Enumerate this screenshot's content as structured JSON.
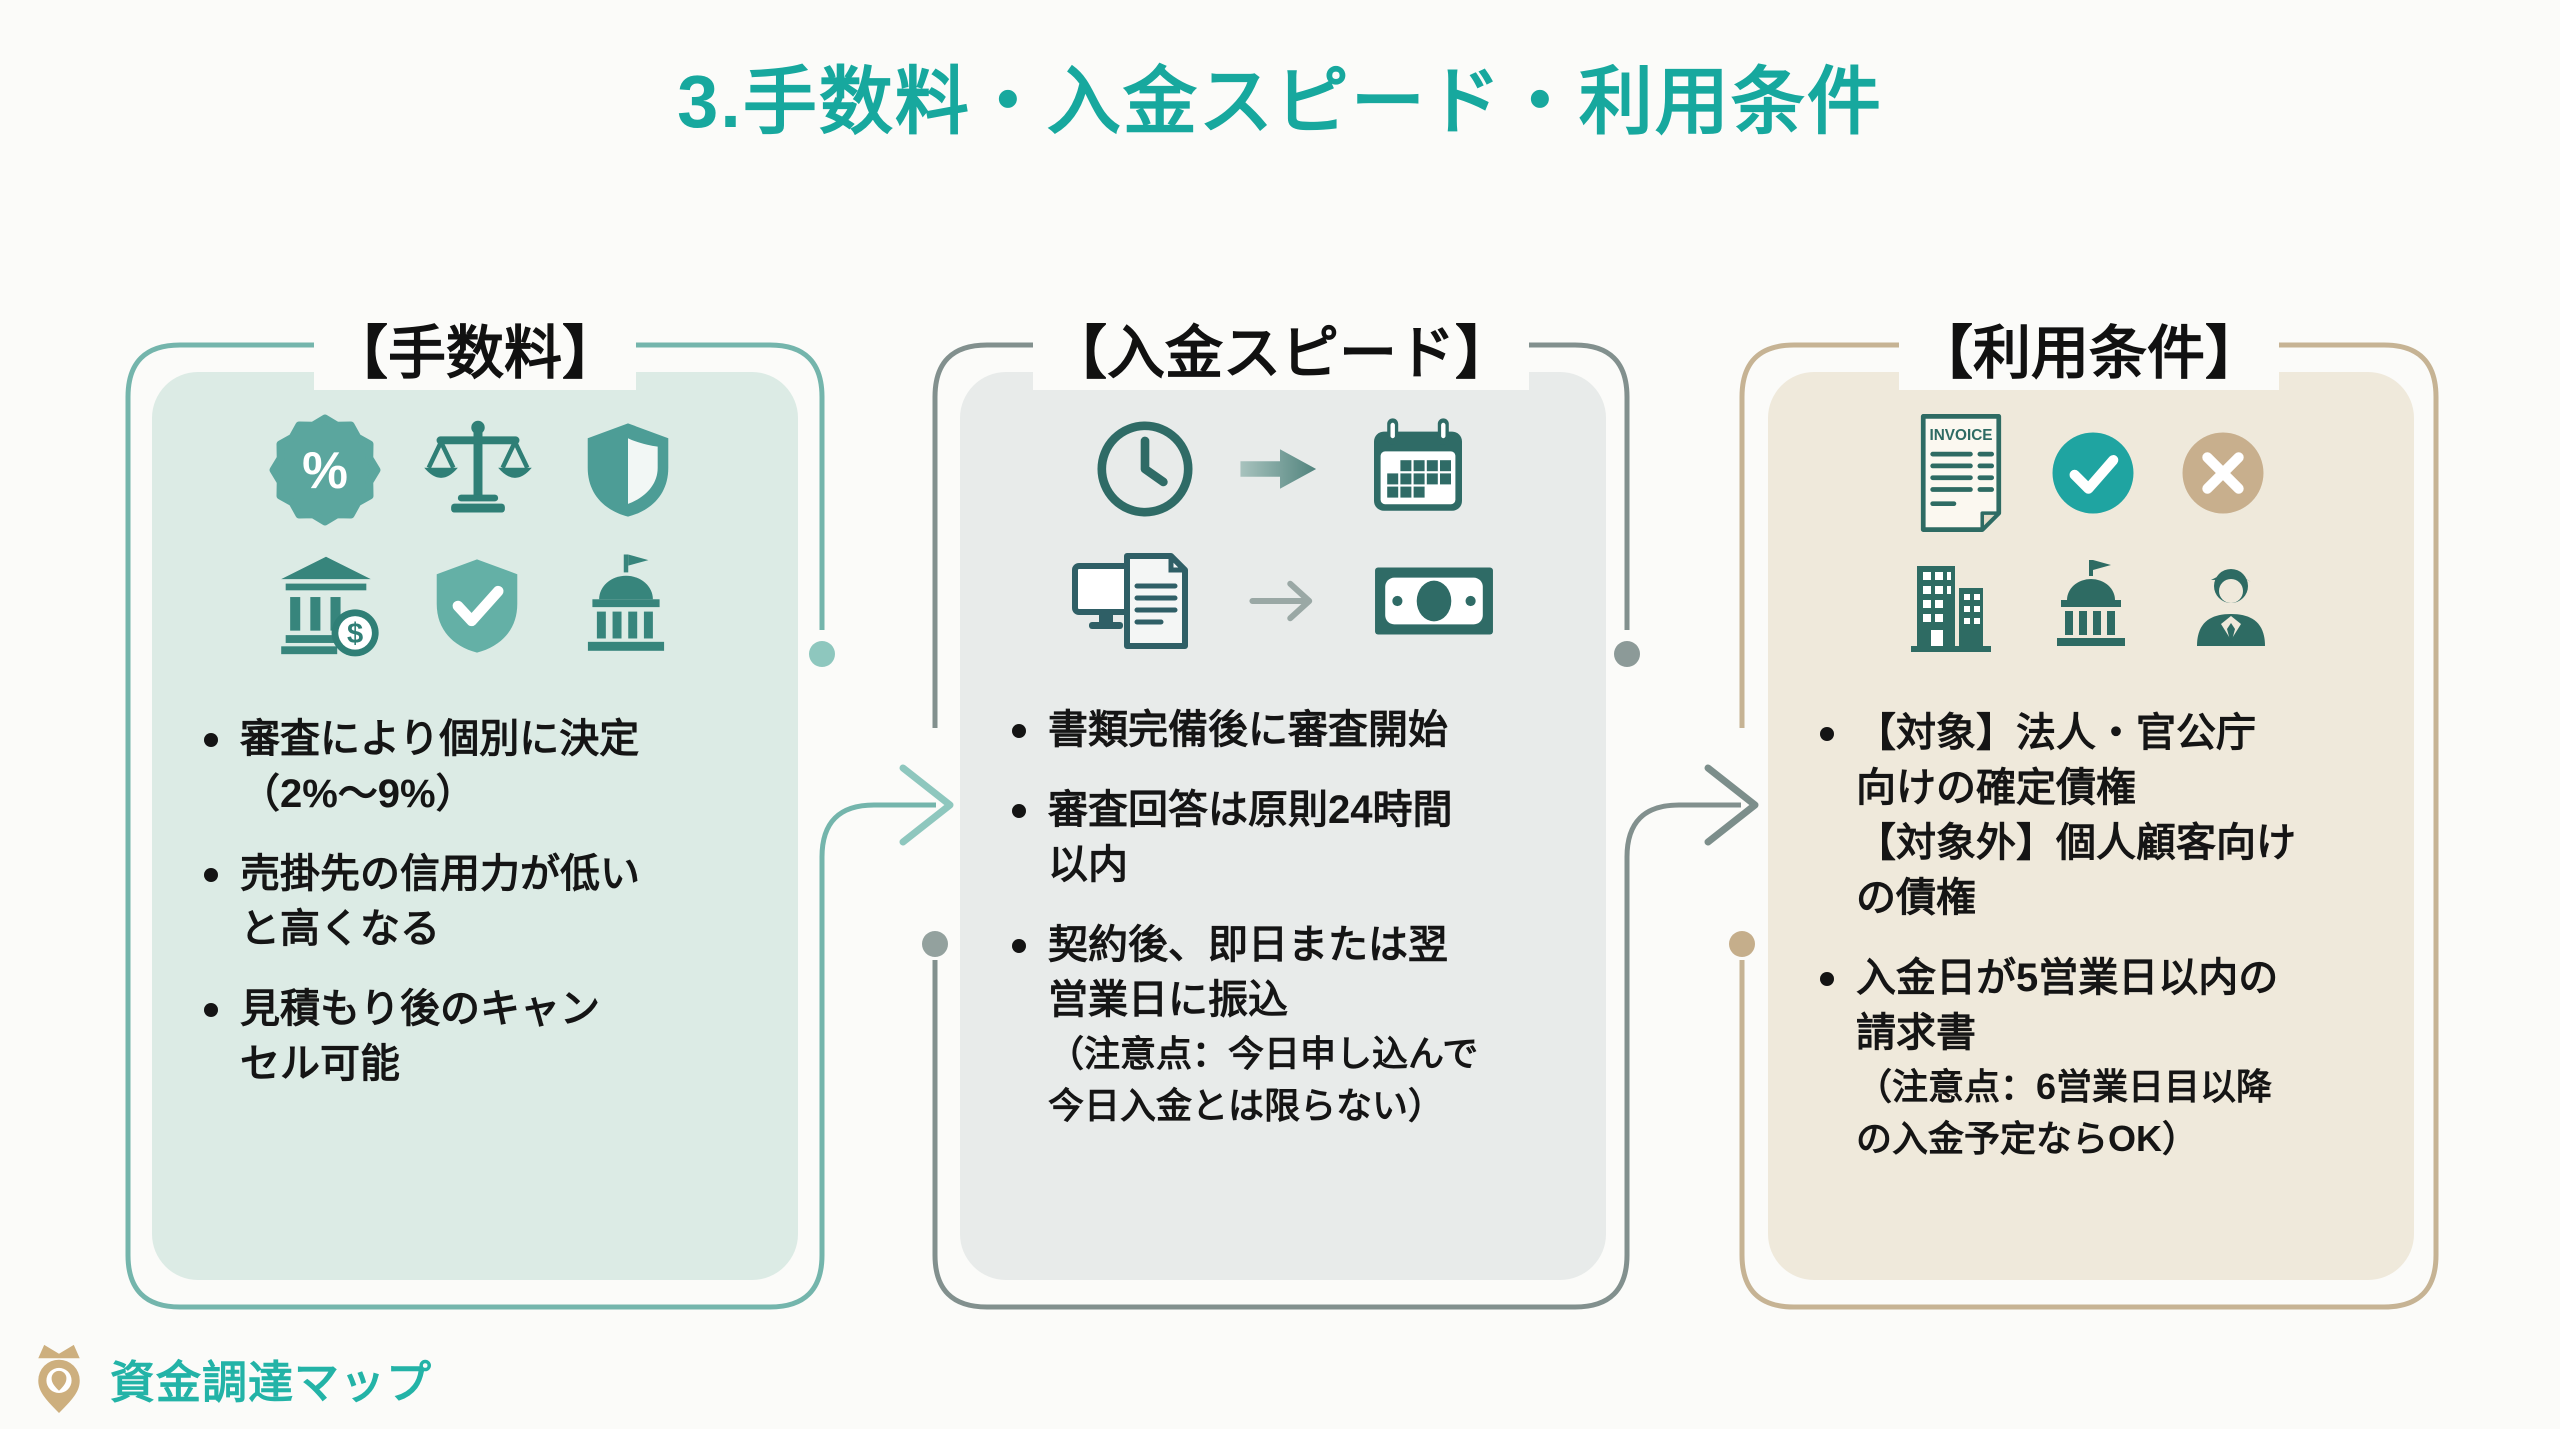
{
  "page": {
    "title": "3.手数料・入金スピード・利用条件",
    "title_color": "#17A89E",
    "background": "#FBFBF9"
  },
  "brand": {
    "name": "資金調達マップ",
    "text_color": "#23B3A7",
    "icon": "crown-map-pin-icon",
    "icon_color": "#CDAF7E"
  },
  "panels": [
    {
      "id": "fees",
      "heading": "【手数料】",
      "fill": "#DCEBE5",
      "outline": "#74B5AC",
      "icons": {
        "row1": [
          "percent-badge",
          "balance-scale",
          "shield-half"
        ],
        "row2": [
          "bank-dollar",
          "shield-check",
          "government-building"
        ]
      },
      "bullets": [
        {
          "lines": [
            "審査により個別に決定",
            "（2%〜9%）"
          ]
        },
        {
          "lines": [
            "売掛先の信用力が低い",
            "と高くなる"
          ]
        },
        {
          "lines": [
            "見積もり後のキャン",
            "セル可能"
          ]
        }
      ]
    },
    {
      "id": "speed",
      "heading": "【入金スピード】",
      "fill": "#E8EBEA",
      "outline": "#82908E",
      "icons": {
        "row1": [
          "clock",
          "flow-arrow",
          "calendar"
        ],
        "row2": [
          "monitor-document",
          "flow-arrow",
          "banknote"
        ]
      },
      "bullets": [
        {
          "lines": [
            "書類完備後に審査開始"
          ]
        },
        {
          "lines": [
            "審査回答は原則24時間",
            "以内"
          ]
        },
        {
          "lines": [
            "契約後、即日または翌",
            "営業日に振込"
          ],
          "notes": [
            "（注意点：今日申し込んで",
            "今日入金とは限らない）"
          ]
        }
      ]
    },
    {
      "id": "conditions",
      "heading": "【利用条件】",
      "fill": "#EFE9DB",
      "outline": "#C6B394",
      "invoice_label": "INVOICE",
      "icons": {
        "row1": [
          "invoice-document",
          "check-circle",
          "x-circle"
        ],
        "row2": [
          "office-building",
          "government-building",
          "businessman"
        ]
      },
      "bullets": [
        {
          "lines": [
            "【対象】法人・官公庁",
            "向けの確定債権",
            "【対象外】個人顧客向け",
            "の債権"
          ]
        },
        {
          "lines": [
            "入金日が5営業日以内の",
            "請求書"
          ],
          "notes": [
            "（注意点：6営業日目以降",
            "の入金予定ならOK）"
          ]
        }
      ]
    }
  ],
  "connectors": [
    {
      "from": "fees",
      "to": "speed",
      "style": "curved-arrow-right",
      "color": "#8EC7BE"
    },
    {
      "from": "speed",
      "to": "conditions",
      "style": "curved-arrow-right",
      "color": "#7C8E8B"
    }
  ]
}
